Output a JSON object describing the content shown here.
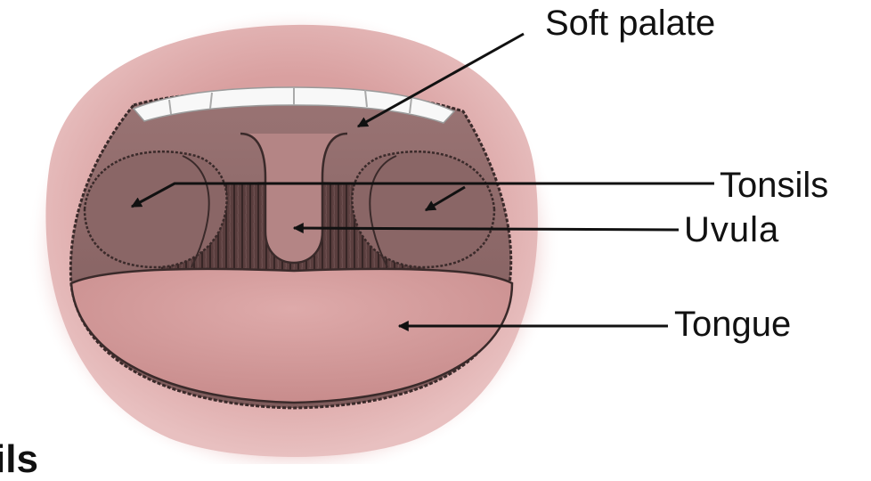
{
  "labels": {
    "soft_palate": "Soft palate",
    "tonsils": "Tonsils",
    "uvula": "Uvula",
    "tongue": "Tongue",
    "cropped_text": "ils"
  },
  "colors": {
    "lip": "#e4b4b4",
    "mouth_interior": "#8b6565",
    "throat_dark": "#4e3535",
    "tongue": "#d49a9a",
    "teeth": "#f8f8f8",
    "outline": "#3a2a2a",
    "pointer": "#111111"
  }
}
